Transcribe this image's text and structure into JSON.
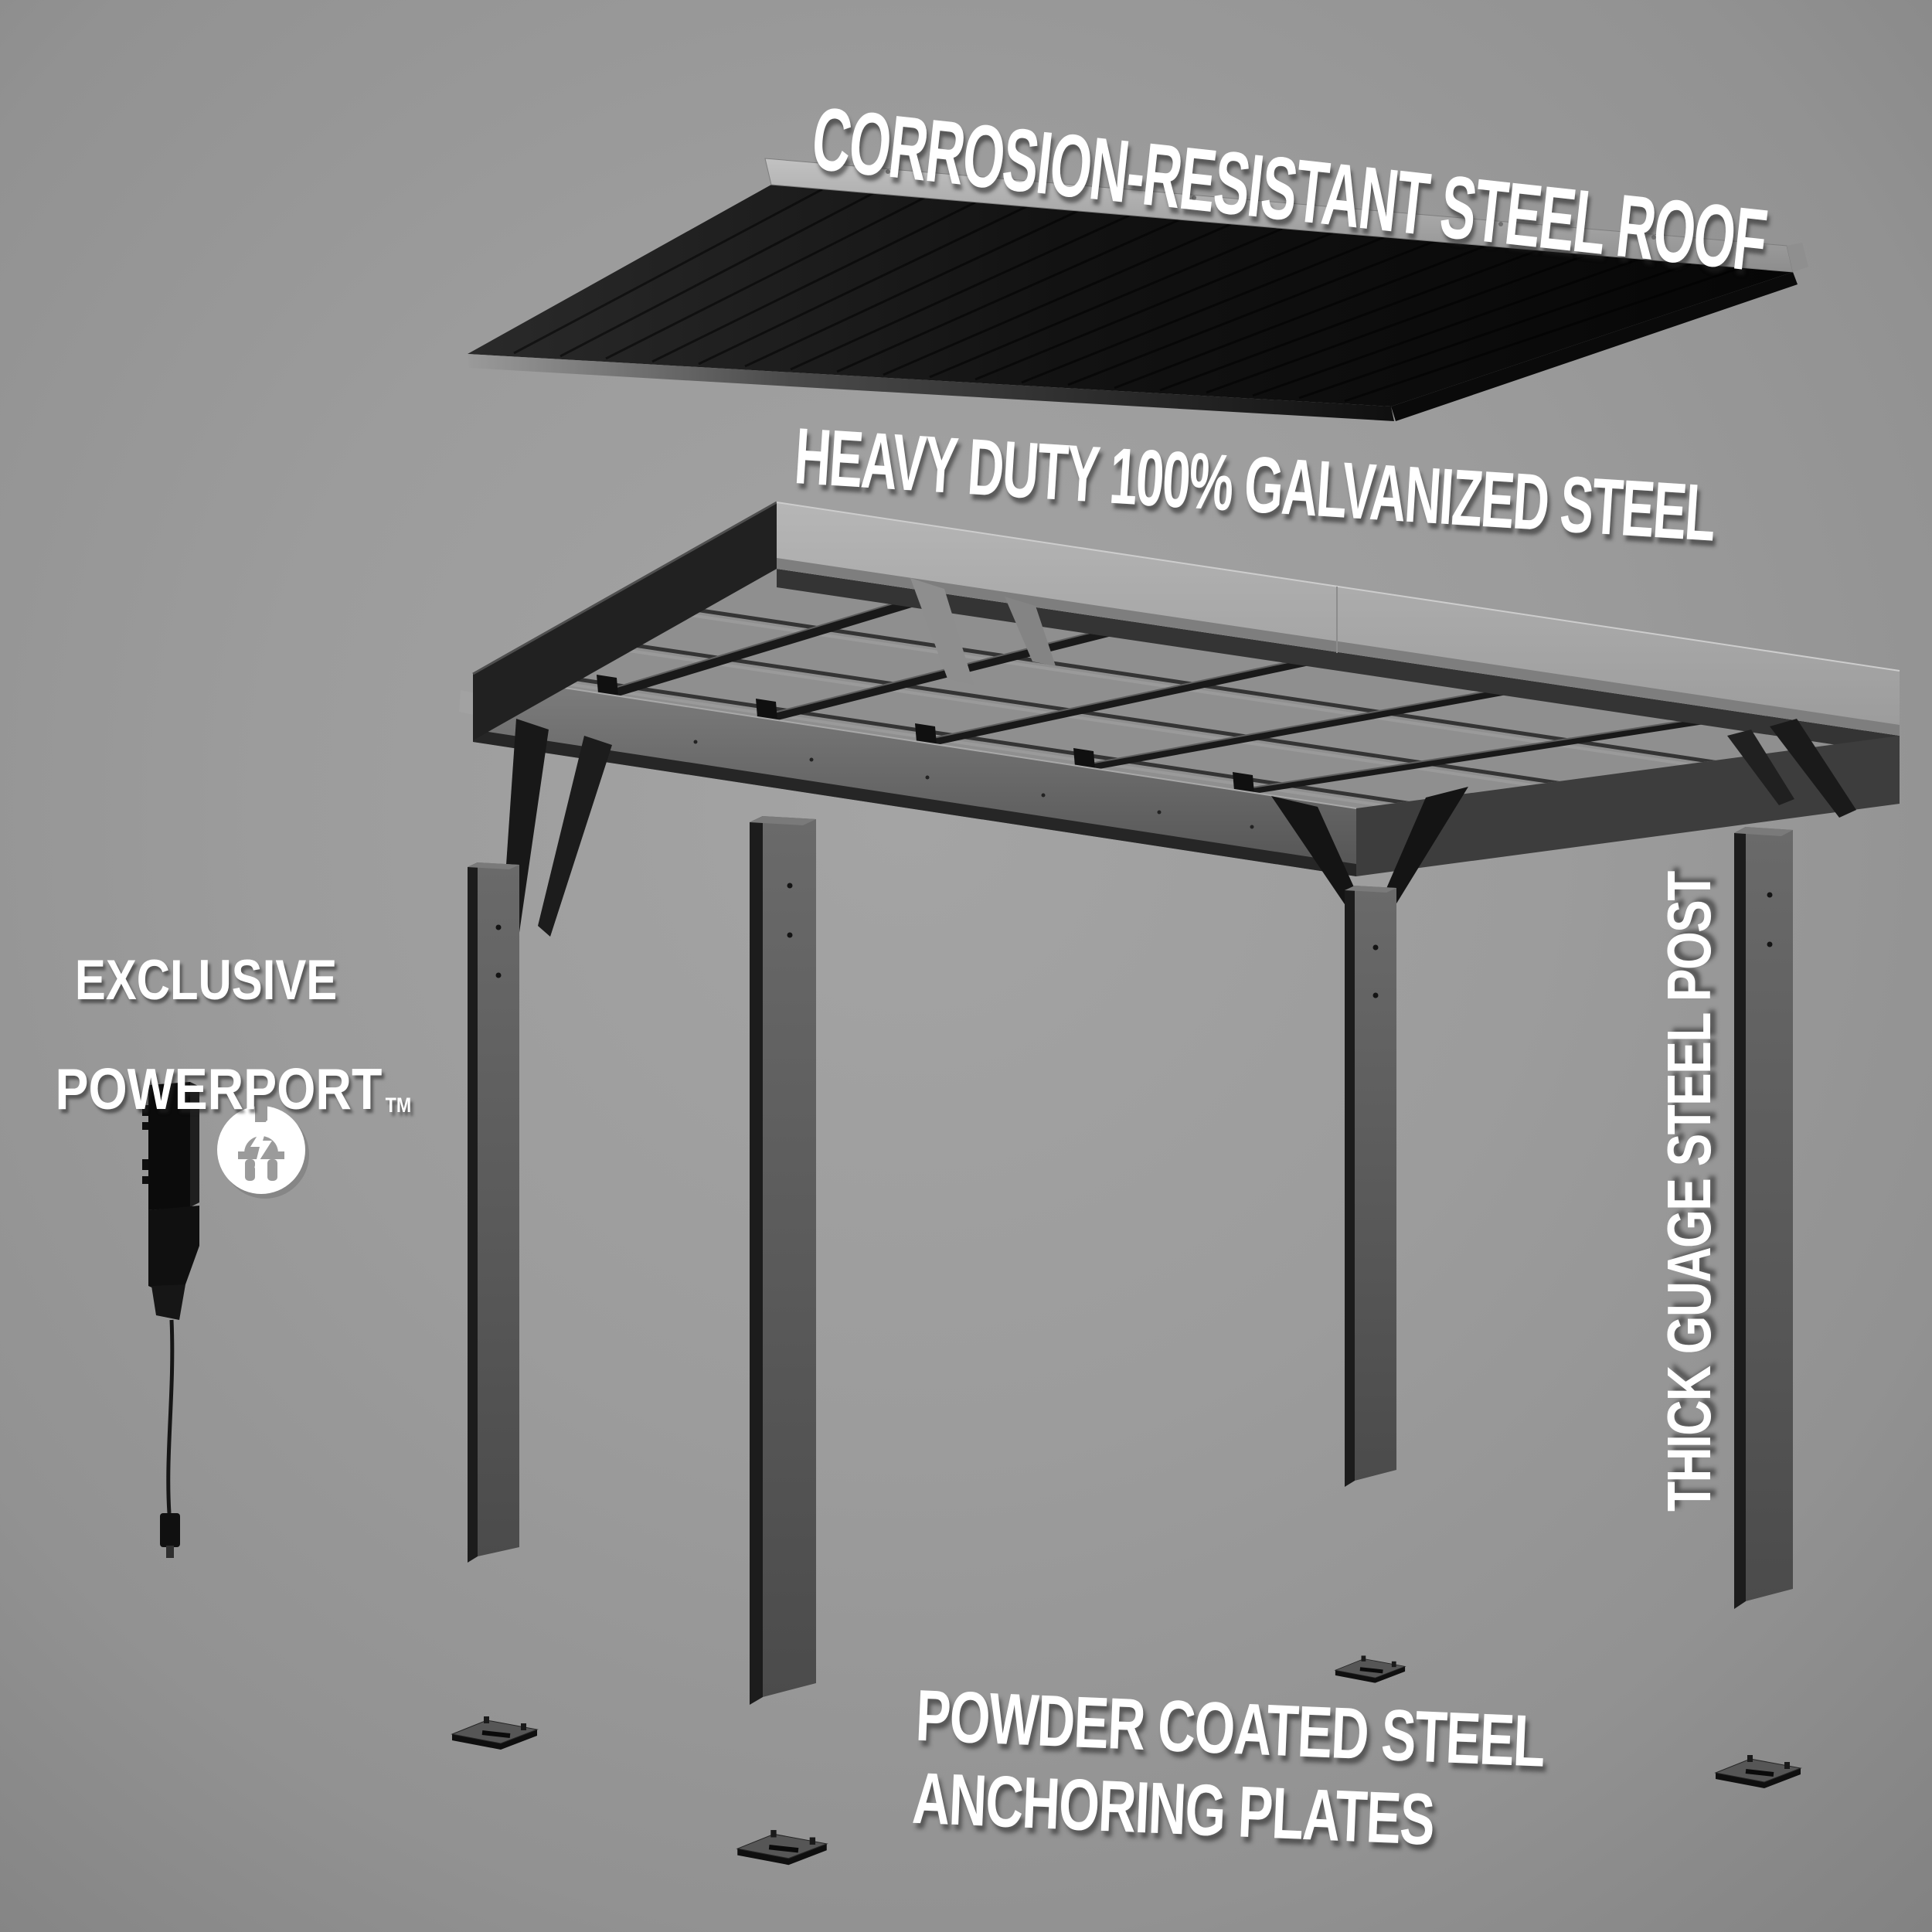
{
  "annotations": {
    "roof_label": "CORROSION-RESISTANT STEEL ROOF",
    "frame_label": "HEAVY DUTY 100% GALVANIZED STEEL",
    "powerport": {
      "line1": "EXCLUSIVE",
      "line2": "POWERPORT",
      "trademark": "TM"
    },
    "post_label": "THICK GUAGE STEEL POST",
    "anchor_label": {
      "line1": "POWDER COATED STEEL",
      "line2": "ANCHORING PLATES"
    }
  },
  "icons": [
    {
      "name": "power-plug-icon",
      "depicts": "electrical plug with lightning bolt in white circle"
    }
  ],
  "colors": {
    "background_gray": "#9b9b9b",
    "text_white": "#ffffff",
    "roof_panel_black": "#121212",
    "galvanized_light_gray": "#aeaeae",
    "powder_coat_dark": "#1e1e1e",
    "post_gray": "#5e5e5e"
  }
}
